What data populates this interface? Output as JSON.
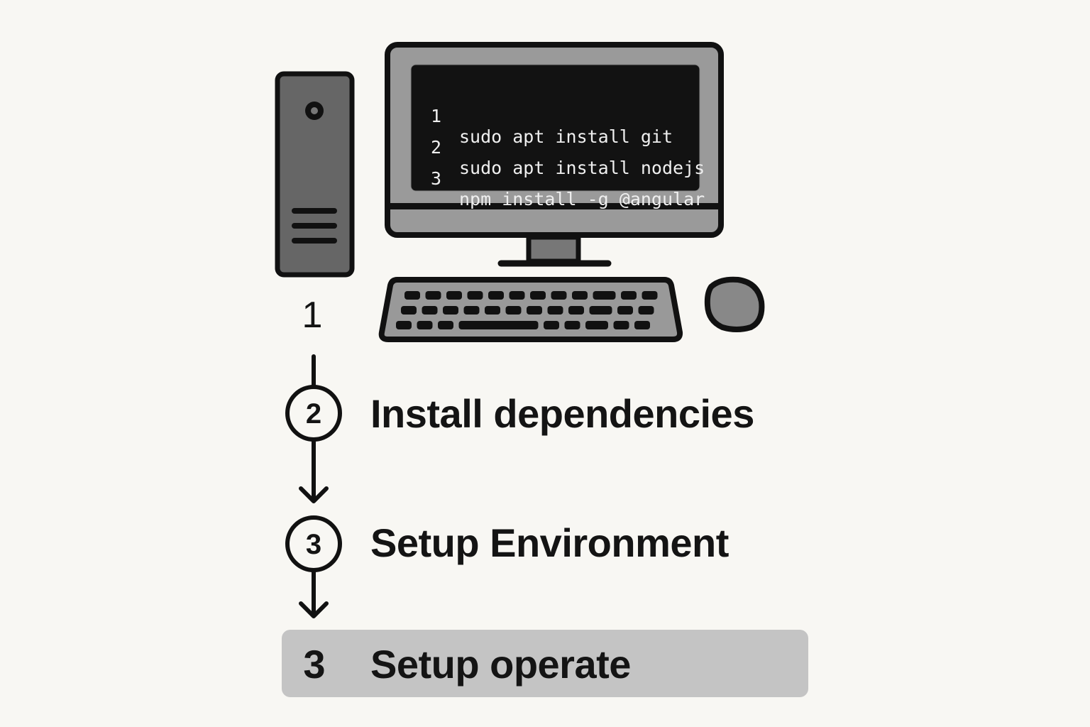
{
  "tower": {
    "label": "1"
  },
  "terminal": {
    "lines": [
      {
        "num": "1",
        "cmd": "sudo apt install git"
      },
      {
        "num": "2",
        "cmd": "sudo apt install nodejs"
      },
      {
        "num": "3",
        "cmd": "npm install -g @angular"
      }
    ]
  },
  "steps": [
    {
      "num": "2",
      "label": "Install dependencies"
    },
    {
      "num": "3",
      "label": "Setup Environment"
    }
  ],
  "highlighted_step": {
    "num": "3",
    "label": "Setup operate"
  },
  "colors": {
    "background": "#f8f7f3",
    "highlight": "#c4c4c4",
    "ink": "#141414",
    "screen": "#111111"
  }
}
